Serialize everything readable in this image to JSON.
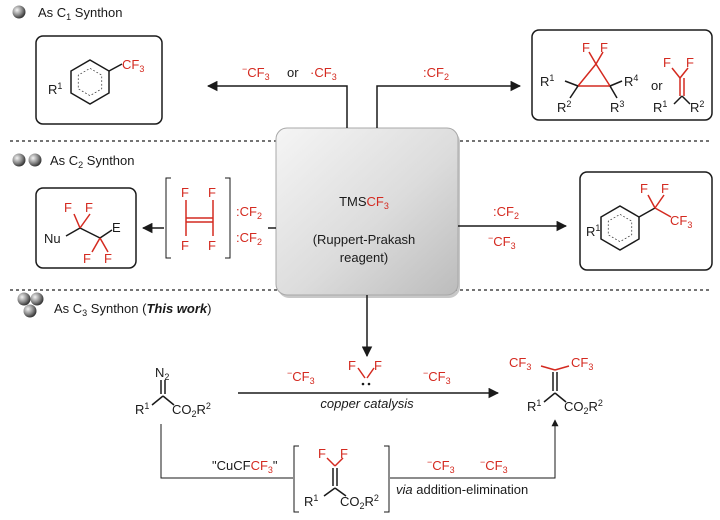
{
  "sections": {
    "c1": {
      "prefix": "As C",
      "sub": "1",
      "suffix": " Synthon"
    },
    "c2": {
      "prefix": "As C",
      "sub": "2",
      "suffix": " Synthon"
    },
    "c3": {
      "prefix": "As C",
      "sub": "3",
      "suffix": " Synthon (",
      "emph": "This work",
      "close": ")"
    }
  },
  "reagent": {
    "name_a": "TMS",
    "name_b": "CF",
    "name_sub": "3",
    "line2": "(Ruppert-Prakash",
    "line3": "reagent)"
  },
  "species": {
    "cf3_anion": "CF",
    "cf3_sub": "3",
    "cf2": ":CF",
    "cf2_sub": "2",
    "or": "or"
  },
  "labels": {
    "copper_catalysis": "copper catalysis",
    "cucf3": "\"CuCF",
    "cucf3_close": "\"",
    "via": "via",
    "addition_elimination": " addition-elimination"
  },
  "atoms": {
    "F": "F",
    "N": "N",
    "E": "E",
    "Nu": "Nu",
    "R": "R",
    "CO2R": "CO",
    "CO2R_2": "R"
  },
  "colors": {
    "accent": "#d42a20",
    "text": "#1a1a1a"
  }
}
